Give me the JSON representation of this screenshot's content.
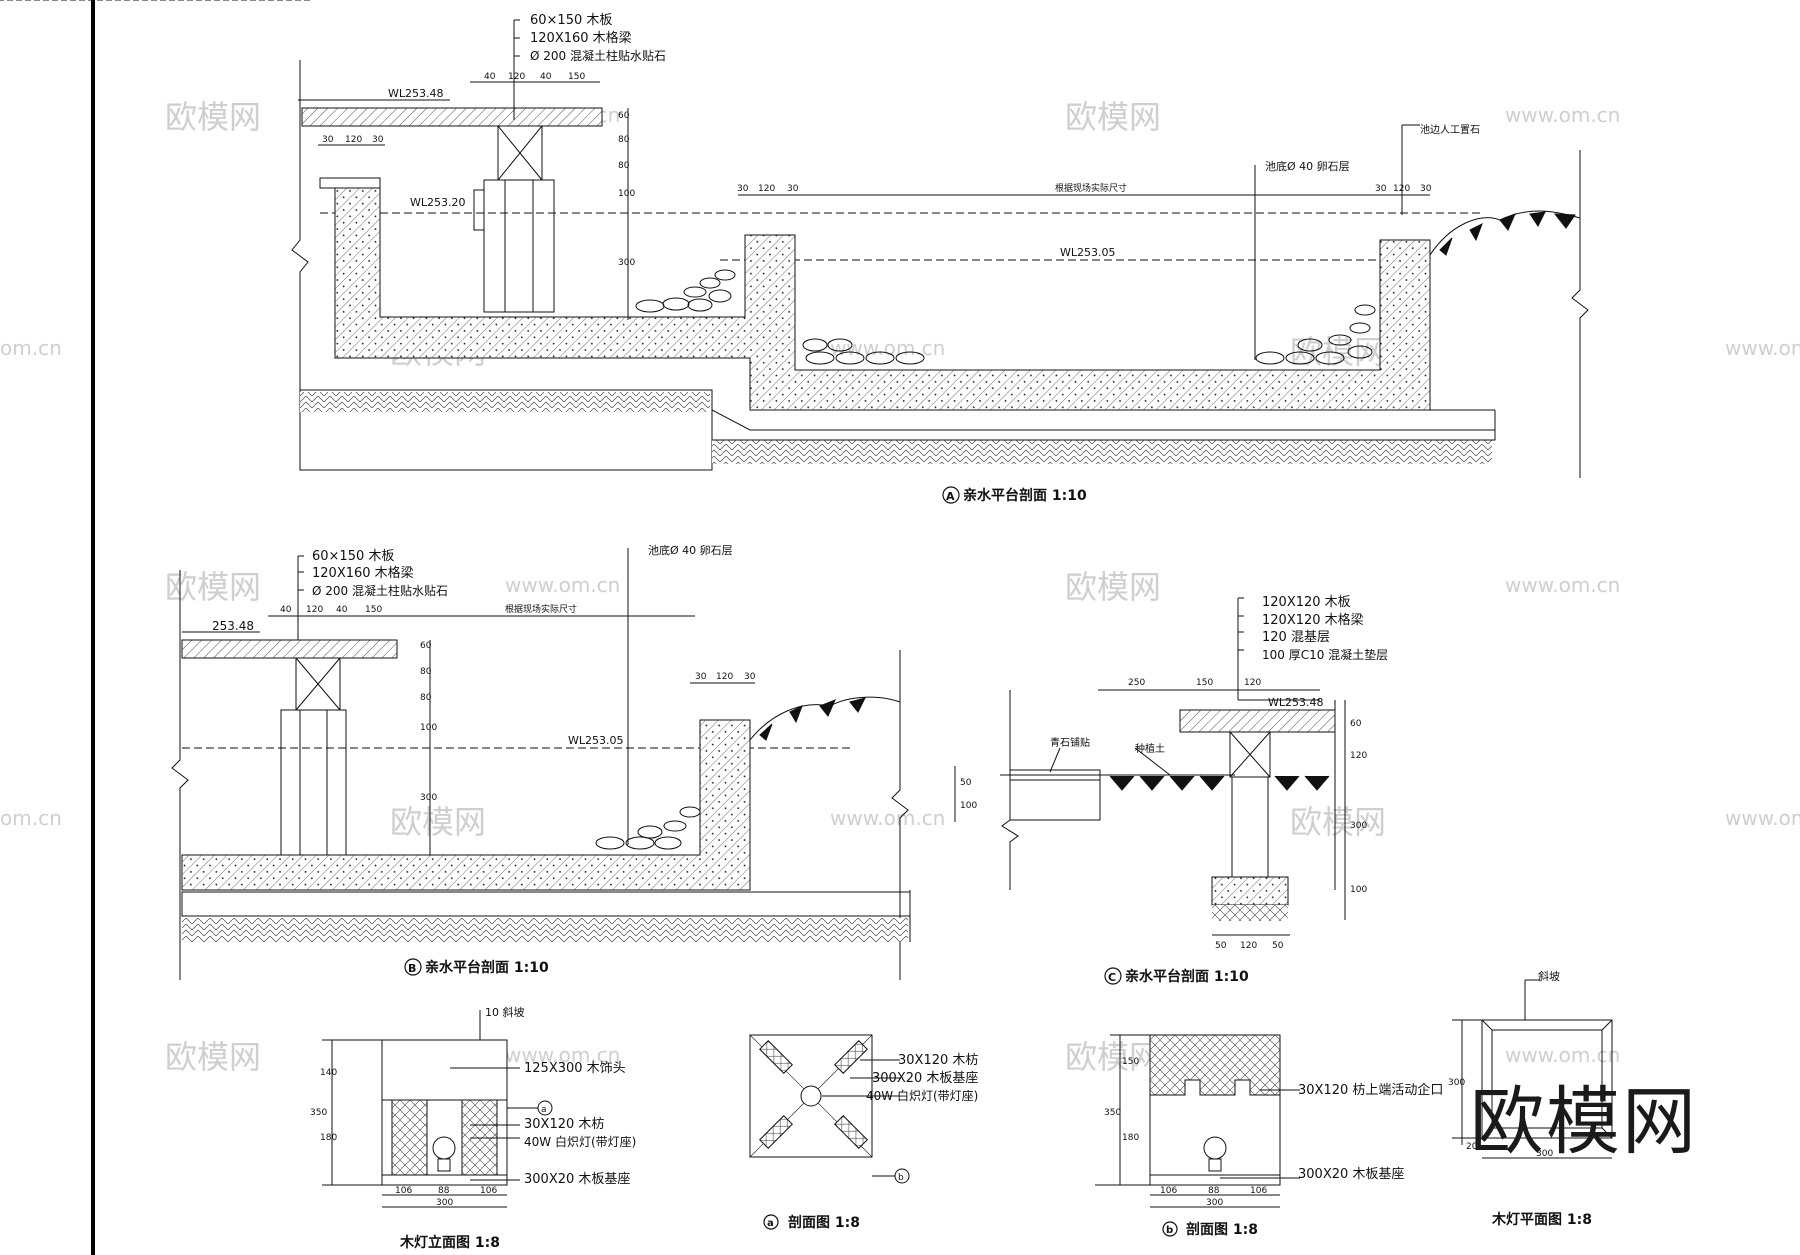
{
  "brand": "欧模网",
  "watermark": {
    "cn": "欧模网",
    "url": "www.om.cn",
    "url_short": "om.cn"
  },
  "section_a": {
    "title_letter": "A",
    "title": "亲水平台剖面  1:10",
    "labels": [
      "60×150 木板",
      "120X160 木格梁",
      "Ø  200 混凝土柱贴水贴石"
    ],
    "dims_top": [
      "40",
      "120",
      "40",
      "150"
    ],
    "dims_left": [
      "30",
      "120",
      "30"
    ],
    "dims_mid": [
      "30",
      "120",
      "30"
    ],
    "dims_right": [
      "30",
      "120",
      "30"
    ],
    "vdims": [
      "60",
      "80",
      "80",
      "100",
      "300"
    ],
    "levels": [
      "WL253.48",
      "WL253.20",
      "WL253.05"
    ],
    "note_span": "根据现场实际尺寸",
    "note_pebble": "池底Ø  40 卵石层",
    "note_stone": "池边人工置石"
  },
  "section_b": {
    "title_letter": "B",
    "title": "亲水平台剖面  1:10",
    "labels": [
      "60×150 木板",
      "120X160 木格梁",
      "Ø  200 混凝土柱贴水贴石"
    ],
    "dims_top": [
      "40",
      "120",
      "40",
      "150"
    ],
    "dims_right": [
      "30",
      "120",
      "30"
    ],
    "vdims": [
      "60",
      "80",
      "80",
      "100",
      "300"
    ],
    "levels": [
      "253.48",
      "WL253.05"
    ],
    "note_span": "根据现场实际尺寸",
    "note_pebble": "池底Ø  40 卵石层"
  },
  "section_c": {
    "title_letter": "C",
    "title": "亲水平台剖面  1:10",
    "labels": [
      "120X120 木板",
      "120X120 木格梁",
      "120 混基层",
      "100 厚C10 混凝土垫层"
    ],
    "dims_top": [
      "250",
      "150",
      "120"
    ],
    "level": "WL253.48",
    "note_paving": "青石铺贴",
    "note_soil": "种植土",
    "vdims_left": [
      "50",
      "100"
    ],
    "vdims_right": [
      "60",
      "120",
      "300",
      "100"
    ],
    "dims_bottom": [
      "50",
      "120",
      "50"
    ]
  },
  "lamp_elev": {
    "title": "木灯立面图    1:8",
    "labels": [
      "10 斜坡",
      "125X300 木饰头",
      "30X120 木枋",
      "40W 白炽灯(带灯座)",
      "300X20 木板基座"
    ],
    "marker": "a",
    "vdims": [
      "140",
      "180",
      "350"
    ],
    "hdims": [
      "106",
      "88",
      "106",
      "300"
    ]
  },
  "sec_a": {
    "letter": "a",
    "title": "剖面图    1:8",
    "labels": [
      "30X120 木枋",
      "300X20 木板基座",
      "40W 白炽灯(带灯座)"
    ],
    "marker": "b"
  },
  "sec_b": {
    "letter": "b",
    "title": "剖面图    1:8",
    "labels": [
      "30X120 枋上端活动企口",
      "300X20 木板基座"
    ],
    "vdims": [
      "150",
      "180",
      "350"
    ],
    "hdims": [
      "106",
      "88",
      "106",
      "300"
    ]
  },
  "lamp_plan": {
    "title": "木灯平面图      1:8",
    "label": "斜坡",
    "vdim": "300",
    "vdim_small": "20",
    "hdim": "300"
  }
}
